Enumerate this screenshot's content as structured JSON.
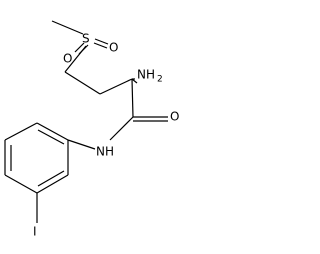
{
  "molecule": {
    "atoms": {
      "sulfur": "S",
      "oxygen_a": "O",
      "oxygen_b": "O",
      "amine": "NH",
      "amine_subscript": "2",
      "carbonyl_oxygen": "O",
      "amide_nitrogen": "NH",
      "iodine": "I"
    }
  },
  "colors": {
    "ink": "#000000",
    "background": "#ffffff"
  }
}
